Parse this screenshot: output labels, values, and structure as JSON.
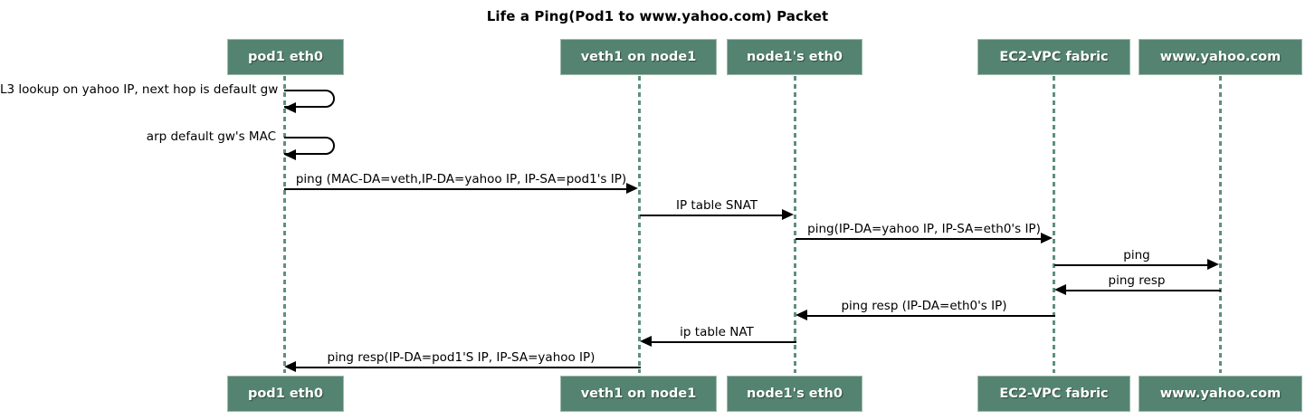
{
  "diagram": {
    "type": "sequence-diagram",
    "title": "Life a Ping(Pod1 to www.yahoo.com) Packet",
    "participants": [
      {
        "id": "pod1",
        "label": "pod1 eth0"
      },
      {
        "id": "veth1",
        "label": "veth1 on node1"
      },
      {
        "id": "eth0",
        "label": "node1's eth0"
      },
      {
        "id": "ec2",
        "label": "EC2-VPC fabric"
      },
      {
        "id": "yahoo",
        "label": "www.yahoo.com"
      }
    ],
    "messages": [
      {
        "id": "m1",
        "label": "L3 lookup on yahoo IP, next hop is default gw",
        "from": "pod1",
        "to": "pod1",
        "kind": "self"
      },
      {
        "id": "m2",
        "label": "arp default gw's MAC",
        "from": "pod1",
        "to": "pod1",
        "kind": "self"
      },
      {
        "id": "m3",
        "label": "ping (MAC-DA=veth,IP-DA=yahoo IP, IP-SA=pod1's IP)",
        "from": "pod1",
        "to": "veth1",
        "kind": "right"
      },
      {
        "id": "m4",
        "label": "IP table SNAT",
        "from": "veth1",
        "to": "eth0",
        "kind": "right"
      },
      {
        "id": "m5",
        "label": "ping(IP-DA=yahoo IP, IP-SA=eth0's IP)",
        "from": "eth0",
        "to": "ec2",
        "kind": "right"
      },
      {
        "id": "m6",
        "label": "ping",
        "from": "ec2",
        "to": "yahoo",
        "kind": "right"
      },
      {
        "id": "m7",
        "label": "ping resp",
        "from": "yahoo",
        "to": "ec2",
        "kind": "left"
      },
      {
        "id": "m8",
        "label": "ping resp (IP-DA=eth0's IP)",
        "from": "ec2",
        "to": "eth0",
        "kind": "left"
      },
      {
        "id": "m9",
        "label": "ip table NAT",
        "from": "eth0",
        "to": "veth1",
        "kind": "left"
      },
      {
        "id": "m10",
        "label": "ping resp(IP-DA=pod1'S IP, IP-SA=yahoo IP)",
        "from": "veth1",
        "to": "pod1",
        "kind": "left"
      }
    ],
    "colors": {
      "participant_fill": "#548471",
      "participant_border": "#9fb9ae",
      "participant_text": "#ffffff",
      "lifeline": "#5f8f80",
      "arrow": "#000000",
      "background": "#ffffff"
    }
  }
}
